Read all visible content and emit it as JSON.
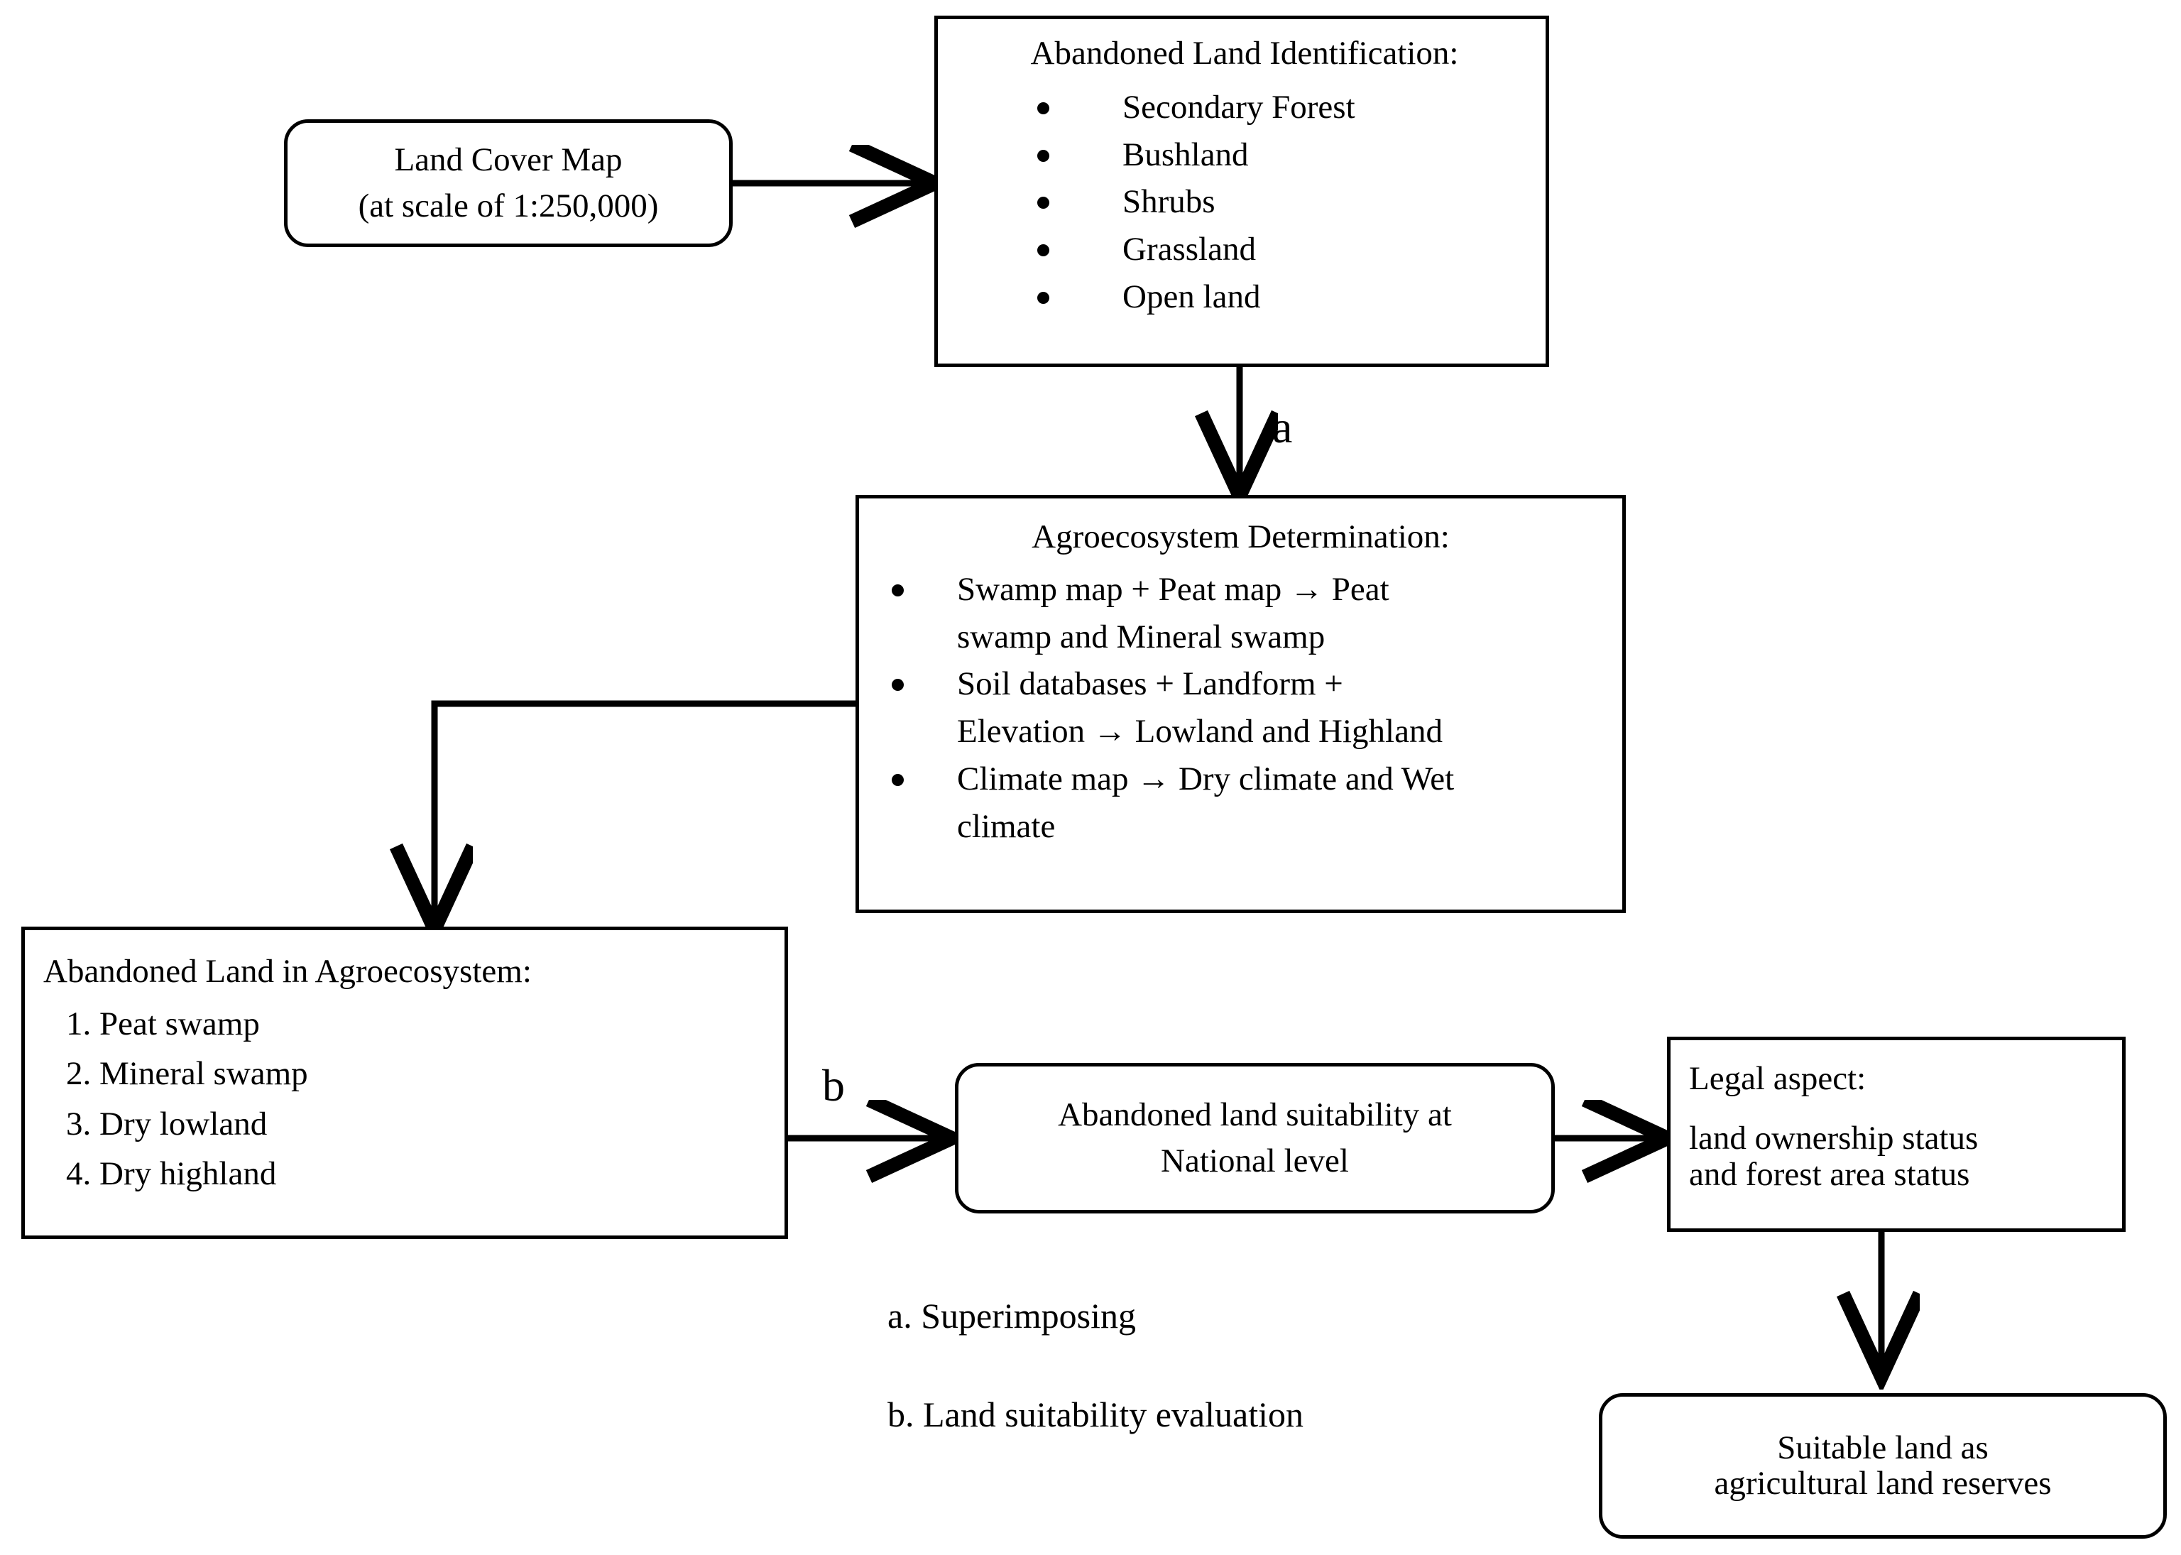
{
  "diagram": {
    "title": "Abandoned land to agricultural land reserves workflow",
    "accent_color": "#000000",
    "background_color": "#ffffff"
  },
  "nodes": {
    "land_cover_map": {
      "line1": "Land Cover Map",
      "line2": "(at scale of 1:250,000)"
    },
    "abandoned_land_identification": {
      "title": "Abandoned Land Identification:",
      "items": [
        "Secondary Forest",
        "Bushland",
        "Shrubs",
        "Grassland",
        "Open land"
      ]
    },
    "agroecosystem_determination": {
      "title": "Agroecosystem Determination:",
      "items": [
        "Swamp map + Peat map → Peat swamp and Mineral  swamp",
        "Soil databases + Landform + Elevation  → Lowland and Highland",
        "Climate  map → Dry climate  and Wet climate"
      ],
      "items_lines": [
        [
          "Swamp map + Peat map → Peat",
          "swamp and Mineral  swamp"
        ],
        [
          "Soil databases + Landform +",
          "Elevation  → Lowland and Highland"
        ],
        [
          "Climate  map → Dry climate  and Wet",
          "climate"
        ]
      ]
    },
    "abandoned_land_in_agroecosystem": {
      "title": "Abandoned Land in Agroecosystem:",
      "items": [
        "1. Peat swamp",
        "2. Mineral  swamp",
        "3. Dry lowland",
        "4. Dry highland"
      ]
    },
    "abandoned_land_suitability": {
      "line1": "Abandoned land suitability  at",
      "line2": "National  level"
    },
    "legal_aspect": {
      "title": "Legal aspect:",
      "line1": "land ownership status",
      "line2": "and forest area status"
    },
    "suitable_land": {
      "line1": "Suitable land as",
      "line2": "agricultural land reserves"
    }
  },
  "edge_labels": {
    "a": "a",
    "b": "b"
  },
  "legend": {
    "a": "a. Superimposing",
    "b": "b. Land suitability evaluation"
  }
}
